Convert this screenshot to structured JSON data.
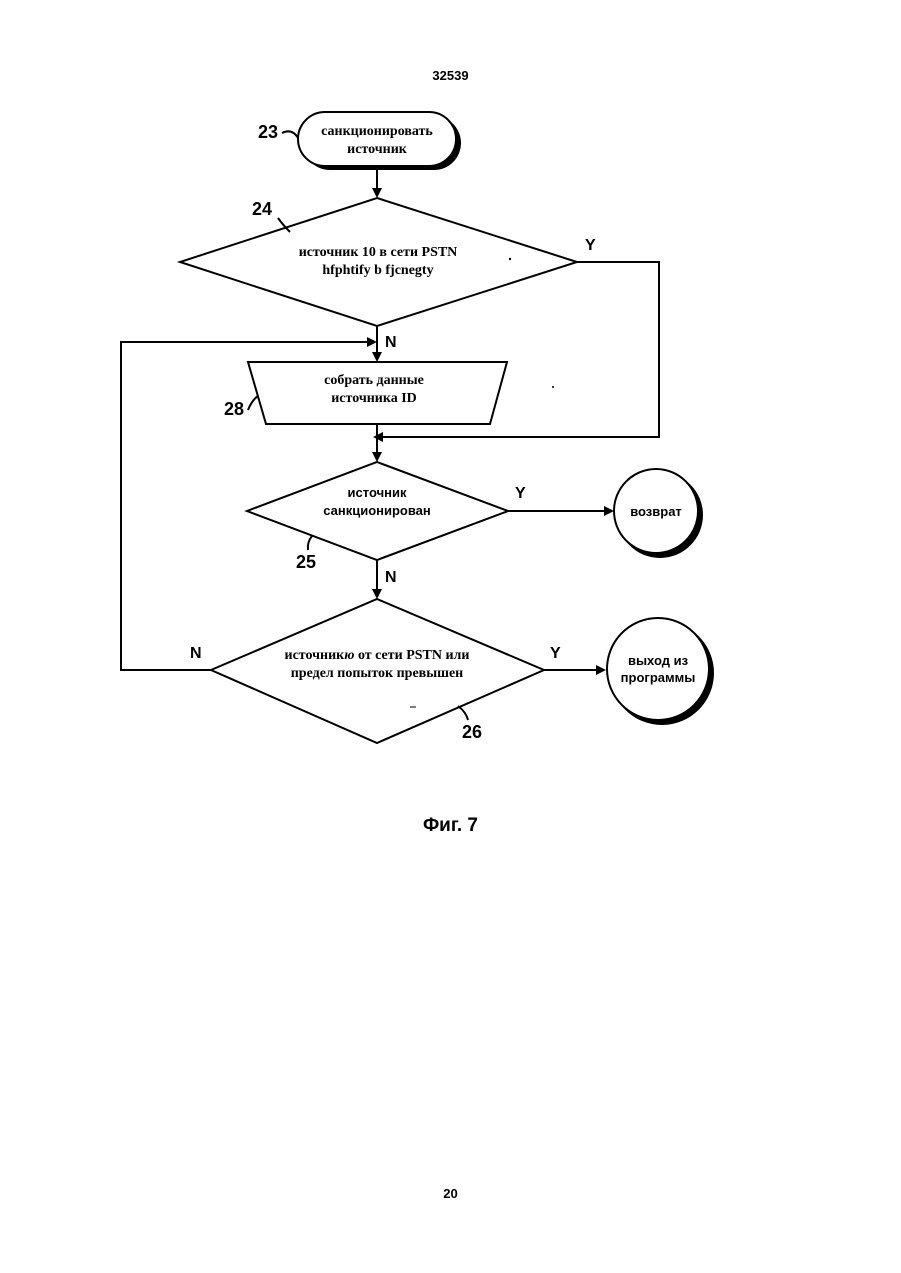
{
  "page": {
    "top_number": "32539",
    "bottom_number": "20",
    "caption": "Фиг. 7"
  },
  "nodes": {
    "start": {
      "ref": "23",
      "line1": "санкционировать",
      "line2": "источник"
    },
    "d24": {
      "ref": "24",
      "line1": "источник 10 в сети PSTN",
      "line2": "hfphtify b fjcnegty"
    },
    "collect": {
      "ref": "28",
      "line1": "собрать данные",
      "line2": "источника ID"
    },
    "d25": {
      "ref": "25",
      "line1": "источник",
      "line2": "санкционирован"
    },
    "d26": {
      "ref": "26",
      "line1": "источник",
      "line1_italic": "ю",
      "line1_rest": " от сети PSTN или",
      "line2": "предел попыток превышен"
    },
    "return": {
      "label": "возврат"
    },
    "exit": {
      "line1": "выход из",
      "line2": "программы"
    }
  },
  "flags": {
    "d24_yes": "Y",
    "d24_no": "N",
    "d25_yes": "Y",
    "d25_no": "N",
    "d26_yes": "Y",
    "d26_no": "N"
  }
}
